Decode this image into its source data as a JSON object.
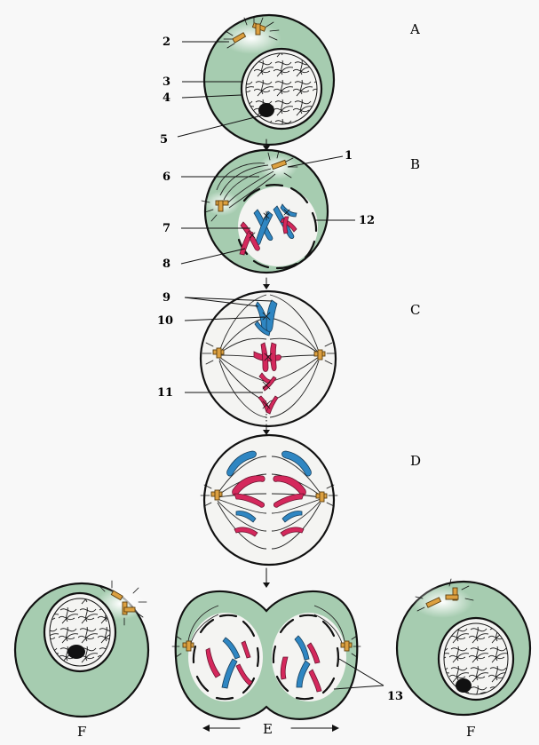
{
  "stage_labels": {
    "a": "A",
    "b": "B",
    "c": "C",
    "d": "D",
    "e": "E",
    "f_left": "F",
    "f_right": "F"
  },
  "number_labels": {
    "n1": "1",
    "n2": "2",
    "n3": "3",
    "n4": "4",
    "n5": "5",
    "n6": "6",
    "n7": "7",
    "n8": "8",
    "n9": "9",
    "n10": "10",
    "n11": "11",
    "n12": "12",
    "n13": "13"
  },
  "colors": {
    "cytoplasm": "#a6ccb0",
    "chromosome_blue": "#2f86c2",
    "chromosome_red": "#d4285c",
    "centriole": "#dca040",
    "outline": "#111111"
  }
}
